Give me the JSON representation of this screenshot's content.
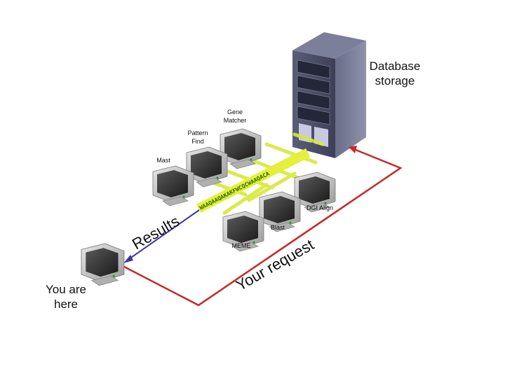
{
  "labels": {
    "database": [
      "Database",
      "storage"
    ],
    "you_are_here": [
      "You are",
      "here"
    ],
    "results": "Results",
    "your_request": "Your request",
    "gene_matcher": [
      "Gene",
      "Matcher"
    ],
    "pattern_find": [
      "Pattern",
      "Find"
    ],
    "mast": "Mast",
    "dgi_align": "DGI Align",
    "blast": "Blast",
    "meme": "MEME",
    "sequence": "WAAQAAQAKAKFWCQCWAAQACA"
  },
  "colors": {
    "request_line": "#c62828",
    "results_line": "#3a3aa0",
    "seq_band": "#d8e83a",
    "server_body": "#4a4d66",
    "computer": "#c8c8c8"
  },
  "icons": [
    "server-icon",
    "computer-icon"
  ]
}
